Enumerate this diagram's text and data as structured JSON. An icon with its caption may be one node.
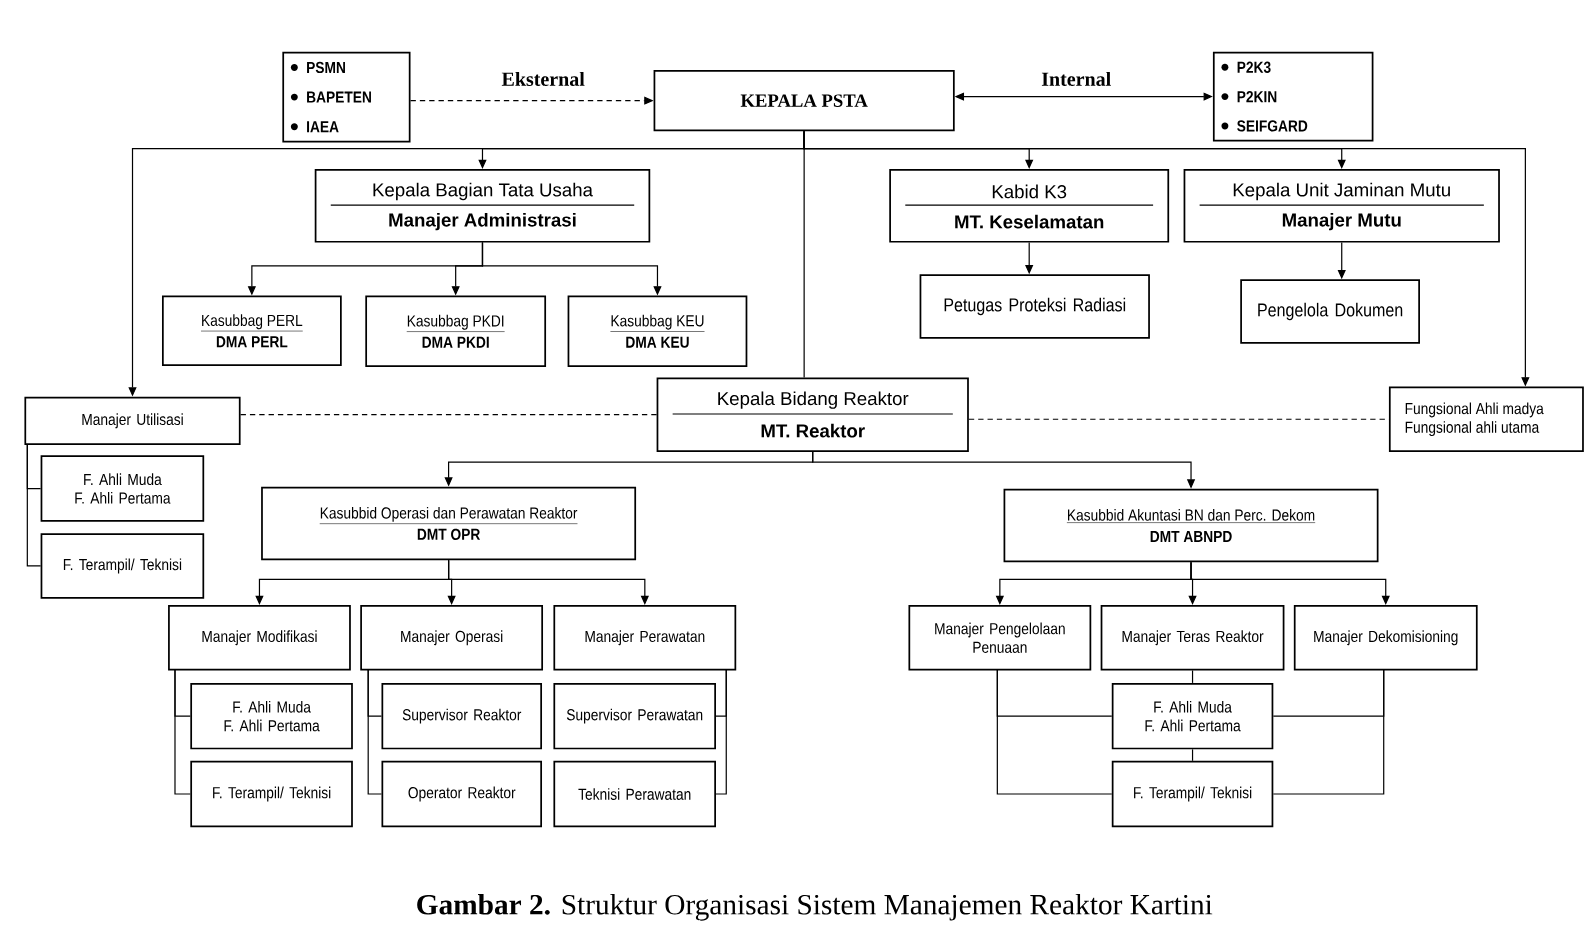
{
  "diagram": {
    "caption": "**Gambar 2.**  Struktur Organisasi Sistem Manajemen Reaktor Kartini",
    "nodes": [
      {
        "text": [
          "PSMN",
          "BAPETEN",
          "IAEA"
        ]
      },
      {
        "text": [
          "KEPALA PSTA"
        ]
      },
      {
        "text": [
          "P2K3",
          "P2KIN",
          "SEIFGARD"
        ]
      },
      {
        "text": [
          "Kepala Bagian Tata Usaha",
          "Manajer Administrasi"
        ]
      },
      {
        "text": [
          "Kabid K3",
          "MT. Keselamatan"
        ]
      },
      {
        "text": [
          "Kepala Unit Jaminan Mutu",
          "Manajer Mutu"
        ]
      },
      {
        "text": [
          "Kasubbag PERL",
          "DMA PERL"
        ]
      },
      {
        "text": [
          "Kasubbag PKDI",
          "DMA PKDI"
        ]
      },
      {
        "text": [
          "Kasubbag KEU",
          "DMA KEU"
        ]
      },
      {
        "text": [
          "Petugas Proteksi Radiasi"
        ]
      },
      {
        "text": [
          "Pengelola Dokumen"
        ]
      },
      {
        "text": [
          "Manajer Utilisasi"
        ]
      },
      {
        "text": [
          "Kepala Bidang Reaktor",
          "MT. Reaktor"
        ]
      },
      {
        "text": [
          "Fungsional Ahli madya",
          "Fungsional ahli utama"
        ]
      },
      {
        "text": [
          "F. Ahli Muda",
          "F. Ahli Pertama"
        ]
      },
      {
        "text": [
          "F. Terampil/ Teknisi"
        ]
      },
      {
        "text": [
          "Kasubbid Operasi dan Perawatan Reaktor",
          "DMT OPR"
        ]
      },
      {
        "text": [
          "Kasubbid Akuntasi BN dan Perc. Dekom",
          "DMT ABNPD"
        ]
      },
      {
        "text": [
          "Manajer Modifikasi"
        ]
      },
      {
        "text": [
          "Manajer Operasi"
        ]
      },
      {
        "text": [
          "Manajer Perawatan"
        ]
      },
      {
        "text": [
          "Manajer Pengelolaan Penuaan"
        ]
      },
      {
        "text": [
          "Manajer Teras Reaktor"
        ]
      },
      {
        "text": [
          "Manajer Dekomisioning"
        ]
      },
      {
        "text": [
          "F. Ahli Muda",
          "F. Ahli Pertama"
        ]
      },
      {
        "text": [
          "F. Terampil/ Teknisi"
        ]
      },
      {
        "text": [
          "Supervisor Reaktor"
        ]
      },
      {
        "text": [
          "Operator Reaktor"
        ]
      },
      {
        "text": [
          "Supervisor Perawatan"
        ]
      },
      {
        "text": [
          "Teknisi Perawatan"
        ]
      },
      {
        "text": [
          "F. Ahli Muda",
          "F. Ahli Pertama"
        ]
      },
      {
        "text": [
          "F. Terampil/ Teknisi"
        ]
      }
    ],
    "edges": [
      {
        "from": 0,
        "to": 1,
        "arrow": "to",
        "style": "dashed",
        "label": "Eksternal"
      },
      {
        "from": 1,
        "to": 2,
        "arrow": "both",
        "label": "Internal"
      },
      {
        "from": 1,
        "to": 3,
        "arrow": "to"
      },
      {
        "from": 1,
        "to": 4,
        "arrow": "to"
      },
      {
        "from": 1,
        "to": 5,
        "arrow": "to"
      },
      {
        "from": 1,
        "to": 11,
        "arrow": "to"
      },
      {
        "from": 1,
        "to": 13,
        "arrow": "to"
      },
      {
        "from": 1,
        "to": 12,
        "arrow": "none"
      },
      {
        "from": 3,
        "to": 6,
        "arrow": "to"
      },
      {
        "from": 3,
        "to": 7,
        "arrow": "to"
      },
      {
        "from": 3,
        "to": 8,
        "arrow": "to"
      },
      {
        "from": 4,
        "to": 9,
        "arrow": "to"
      },
      {
        "from": 5,
        "to": 10,
        "arrow": "to"
      },
      {
        "from": 11,
        "to": 12,
        "arrow": "none",
        "style": "dashed"
      },
      {
        "from": 12,
        "to": 13,
        "arrow": "none",
        "style": "dashed"
      },
      {
        "from": 11,
        "to": 14,
        "arrow": "none"
      },
      {
        "from": 11,
        "to": 15,
        "arrow": "none"
      },
      {
        "from": 12,
        "to": 16,
        "arrow": "to"
      },
      {
        "from": 12,
        "to": 17,
        "arrow": "to"
      },
      {
        "from": 16,
        "to": 18,
        "arrow": "to"
      },
      {
        "from": 16,
        "to": 19,
        "arrow": "to"
      },
      {
        "from": 16,
        "to": 20,
        "arrow": "to"
      },
      {
        "from": 17,
        "to": 21,
        "arrow": "to"
      },
      {
        "from": 17,
        "to": 22,
        "arrow": "to"
      },
      {
        "from": 17,
        "to": 23,
        "arrow": "to"
      },
      {
        "from": 18,
        "to": 24,
        "arrow": "none"
      },
      {
        "from": 18,
        "to": 25,
        "arrow": "none"
      },
      {
        "from": 19,
        "to": 26,
        "arrow": "none"
      },
      {
        "from": 19,
        "to": 27,
        "arrow": "none"
      },
      {
        "from": 20,
        "to": 28,
        "arrow": "none"
      },
      {
        "from": 20,
        "to": 29,
        "arrow": "none"
      },
      {
        "from": 22,
        "to": 30,
        "arrow": "none"
      },
      {
        "from": 30,
        "to": 31,
        "arrow": "none"
      },
      {
        "from": 21,
        "to": 30,
        "arrow": "none"
      },
      {
        "from": 21,
        "to": 31,
        "arrow": "none"
      },
      {
        "from": 23,
        "to": 30,
        "arrow": "none"
      },
      {
        "from": 23,
        "to": 31,
        "arrow": "none"
      }
    ]
  }
}
